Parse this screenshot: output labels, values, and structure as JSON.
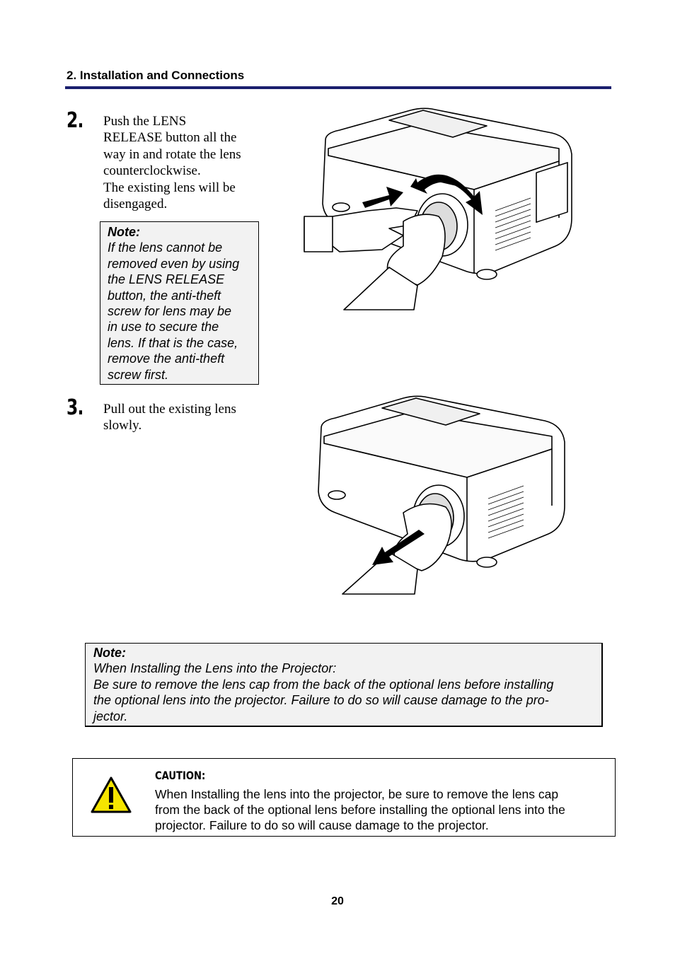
{
  "header": {
    "title": "2. Installation and Connections"
  },
  "steps": [
    {
      "number": "2.",
      "lines": [
        "Push the LENS",
        "RELEASE button all the",
        "way in and rotate the lens",
        "counterclockwise.",
        "The existing lens will be",
        "disengaged."
      ],
      "note": {
        "title": "Note:",
        "lines": [
          "If the lens cannot be",
          "removed even by using",
          "the LENS RELEASE",
          "button, the anti-theft",
          "screw for lens may be",
          "in use to secure the",
          "lens. If that is the case,",
          "remove the anti-theft",
          "screw first."
        ]
      }
    },
    {
      "number": "3.",
      "lines": [
        "Pull out the existing lens",
        "slowly."
      ]
    }
  ],
  "note_wide": {
    "title": "Note:",
    "lines": [
      "When Installing the Lens into the Projector:",
      "Be sure to remove the lens cap from the back of the optional lens before installing",
      "the optional lens into the projector. Failure to do so will cause damage to the pro-",
      "jector."
    ]
  },
  "caution": {
    "title": "CAUTION:",
    "lines": [
      "When Installing the lens into the projector, be sure to remove the lens cap",
      "from the back of the optional lens before installing the optional lens into the",
      "projector. Failure to do so will cause damage to the projector."
    ],
    "icon": "warning-triangle-icon",
    "icon_color": "#f5e500"
  },
  "page_number": "20",
  "colors": {
    "header_rule": "#1a1f6e",
    "note_bg": "#f2f2f2"
  }
}
